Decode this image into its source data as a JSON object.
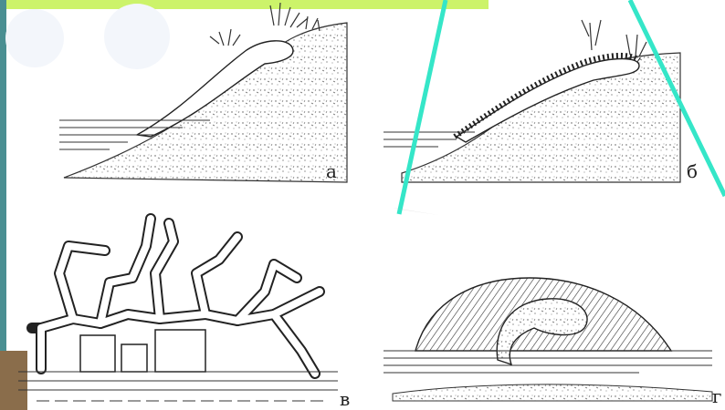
{
  "figure": {
    "panels": [
      {
        "id": "a",
        "label": "а"
      },
      {
        "id": "b",
        "label": "б"
      },
      {
        "id": "v",
        "label": "в"
      },
      {
        "id": "g",
        "label": "г"
      }
    ]
  },
  "colors": {
    "top_banner": "#ccf36a",
    "left_strip": "#4a8f92",
    "accent_line": "#35e6c8",
    "ink": "#2a2a2a",
    "ground": "#ffffff",
    "photo_corner": "#8a6d4b"
  }
}
